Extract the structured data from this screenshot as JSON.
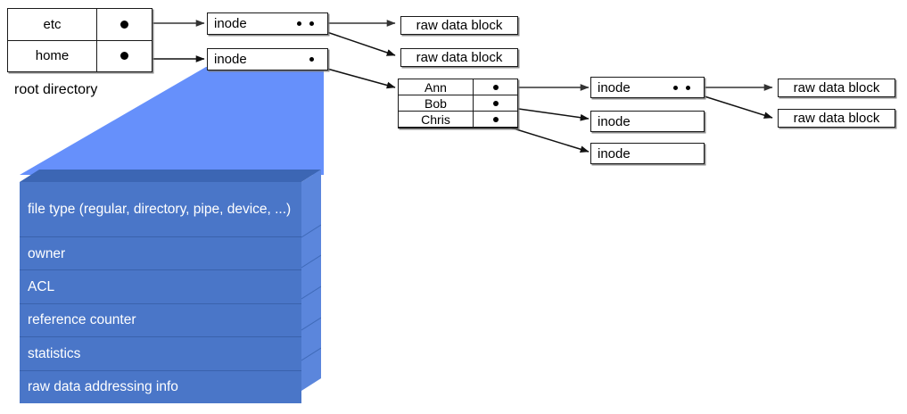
{
  "diagram": {
    "title": "UNIX file system inode structure diagram",
    "colors": {
      "block_front": "#4a76c8",
      "block_top": "#3c66b4",
      "block_side": "#5b86dc",
      "wedge": "#6690fb",
      "box_border": "#1a1a1a",
      "arrow": "#333333"
    }
  },
  "root_directory": {
    "caption": "root directory",
    "entries": [
      {
        "name": "etc",
        "pointer": "pointer-dot"
      },
      {
        "name": "home",
        "pointer": "pointer-dot"
      }
    ]
  },
  "home_directory": {
    "entries": [
      {
        "name": "Ann",
        "pointer": "pointer-dot"
      },
      {
        "name": "Bob",
        "pointer": "pointer-dot"
      },
      {
        "name": "Chris",
        "pointer": "pointer-dot"
      }
    ]
  },
  "inodes": [
    {
      "id": "inode-etc",
      "label": "inode",
      "pointers": 2
    },
    {
      "id": "inode-home",
      "label": "inode",
      "pointers": 1
    },
    {
      "id": "inode-ann",
      "label": "inode",
      "pointers": 2
    },
    {
      "id": "inode-bob",
      "label": "inode",
      "pointers": 0
    },
    {
      "id": "inode-chris",
      "label": "inode",
      "pointers": 0
    }
  ],
  "raw_data_blocks": [
    {
      "id": "rdb-etc-1",
      "label": "raw data block"
    },
    {
      "id": "rdb-etc-2",
      "label": "raw data block"
    },
    {
      "id": "rdb-ann-1",
      "label": "raw data block"
    },
    {
      "id": "rdb-ann-2",
      "label": "raw data block"
    }
  ],
  "inode_structure": {
    "fields": [
      "file type (regular, directory, pipe, device, ...)",
      "owner",
      "ACL",
      "reference counter",
      "statistics",
      "raw data addressing info"
    ]
  }
}
